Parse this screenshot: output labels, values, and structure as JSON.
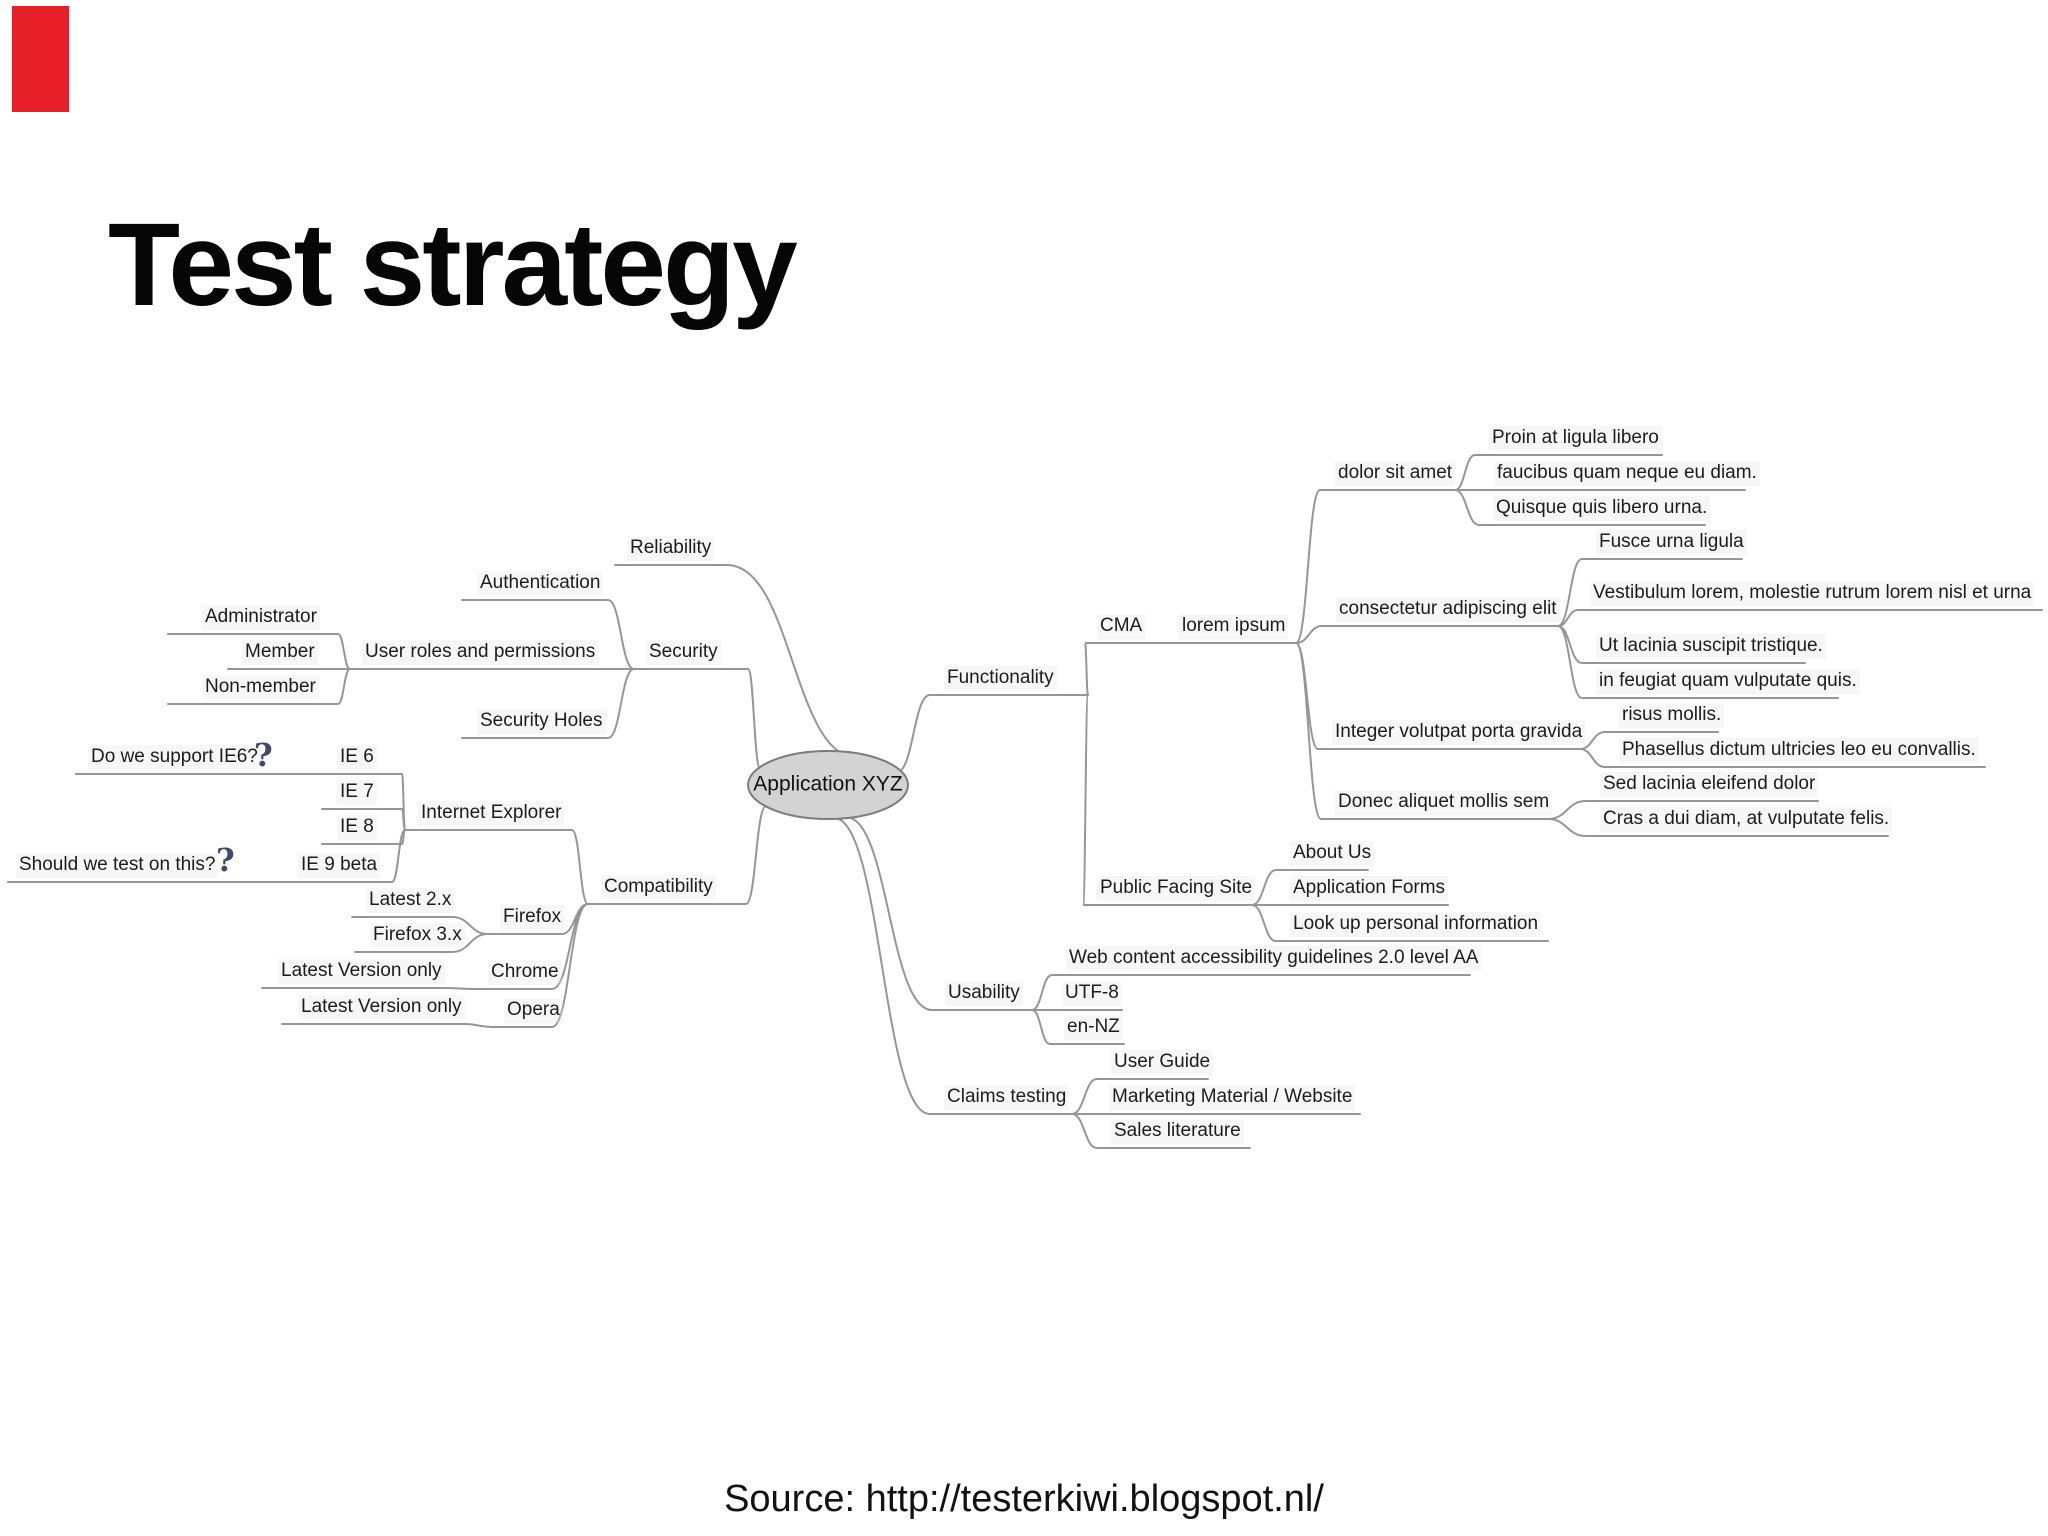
{
  "slide": {
    "title": "Test strategy",
    "source": "Source: http://testerkiwi.blogspot.nl/"
  },
  "colors": {
    "accent_red": "#e71f28",
    "branch_line": "#969696",
    "node_fill": "#d3d3d3",
    "node_border": "#7c7c7c",
    "question_mark_blue": "#3b4a6e"
  },
  "map": {
    "root": {
      "label": "Application XYZ"
    },
    "nodes": [
      {
        "id": "reliability",
        "label": "Reliability"
      },
      {
        "id": "authentication",
        "label": "Authentication"
      },
      {
        "id": "userroles",
        "label": "User roles and permissions"
      },
      {
        "id": "administrator",
        "label": "Administrator"
      },
      {
        "id": "member",
        "label": "Member"
      },
      {
        "id": "nonmember",
        "label": "Non-member"
      },
      {
        "id": "security",
        "label": "Security"
      },
      {
        "id": "securityholes",
        "label": "Security Holes"
      },
      {
        "id": "q_ie6",
        "label": "Do we support IE6?"
      },
      {
        "id": "ie6",
        "label": "IE 6"
      },
      {
        "id": "ie7",
        "label": "IE 7"
      },
      {
        "id": "ie8",
        "label": "IE 8"
      },
      {
        "id": "q_ie9",
        "label": "Should we test on this?"
      },
      {
        "id": "ie9",
        "label": "IE 9 beta"
      },
      {
        "id": "ie",
        "label": "Internet Explorer"
      },
      {
        "id": "compatibility",
        "label": "Compatibility"
      },
      {
        "id": "latest2x",
        "label": "Latest 2.x"
      },
      {
        "id": "firefox3x",
        "label": "Firefox 3.x"
      },
      {
        "id": "firefox",
        "label": "Firefox"
      },
      {
        "id": "latestonly1",
        "label": "Latest Version only"
      },
      {
        "id": "chrome",
        "label": "Chrome"
      },
      {
        "id": "latestonly2",
        "label": "Latest Version only"
      },
      {
        "id": "opera",
        "label": "Opera"
      },
      {
        "id": "functionality",
        "label": "Functionality"
      },
      {
        "id": "cma",
        "label": "CMA"
      },
      {
        "id": "loremipsum",
        "label": "lorem ipsum"
      },
      {
        "id": "dolor",
        "label": "dolor sit amet"
      },
      {
        "id": "proin",
        "label": "Proin at ligula libero"
      },
      {
        "id": "faucibus",
        "label": "faucibus quam neque eu diam."
      },
      {
        "id": "quisque",
        "label": "Quisque quis libero urna."
      },
      {
        "id": "consectetur",
        "label": "consectetur adipiscing elit"
      },
      {
        "id": "fusce",
        "label": "Fusce urna ligula"
      },
      {
        "id": "vestibulum",
        "label": "Vestibulum lorem, molestie rutrum lorem nisl et urna"
      },
      {
        "id": "utlacinia",
        "label": "Ut lacinia suscipit tristique."
      },
      {
        "id": "infeugiat",
        "label": "in feugiat quam vulputate quis."
      },
      {
        "id": "integer",
        "label": "Integer volutpat porta gravida"
      },
      {
        "id": "risus",
        "label": "risus mollis."
      },
      {
        "id": "phasellus",
        "label": "Phasellus dictum ultricies leo eu convallis."
      },
      {
        "id": "donec",
        "label": "Donec aliquet mollis sem"
      },
      {
        "id": "sed",
        "label": "Sed lacinia eleifend dolor"
      },
      {
        "id": "cras",
        "label": "Cras a dui diam, at vulputate felis."
      },
      {
        "id": "pfs",
        "label": "Public Facing Site"
      },
      {
        "id": "aboutus",
        "label": "About Us"
      },
      {
        "id": "appforms",
        "label": "Application Forms"
      },
      {
        "id": "lookup",
        "label": "Look up personal information"
      },
      {
        "id": "wcag",
        "label": "Web content accessibility guidelines 2.0 level AA"
      },
      {
        "id": "usability",
        "label": "Usability"
      },
      {
        "id": "utf8",
        "label": "UTF-8"
      },
      {
        "id": "ennz",
        "label": "en-NZ"
      },
      {
        "id": "userguide",
        "label": "User Guide"
      },
      {
        "id": "claims",
        "label": "Claims testing"
      },
      {
        "id": "marketing",
        "label": "Marketing Material / Website"
      },
      {
        "id": "sales",
        "label": "Sales literature"
      }
    ],
    "icons": [
      {
        "name": "question-mark-icon",
        "glyph": "?"
      },
      {
        "name": "question-mark-icon",
        "glyph": "?"
      }
    ]
  }
}
